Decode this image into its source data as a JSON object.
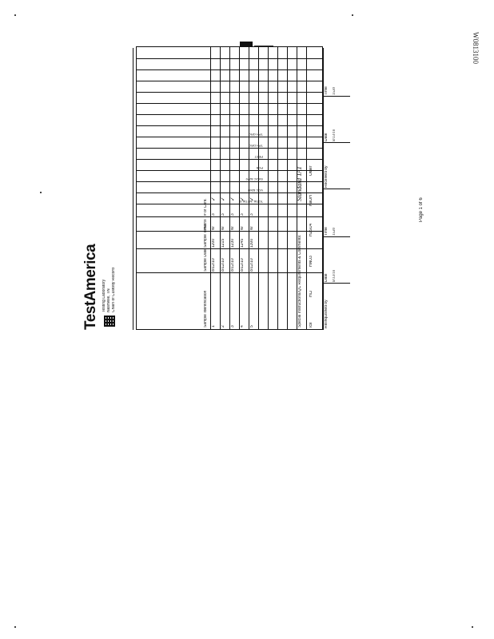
{
  "page": {
    "side_id": "W0813100",
    "page_label": "Page 1 of 6"
  },
  "form": {
    "brand": "TestAmerica",
    "header_lines": [
      "Testing Laboratory",
      "Nashville, TN",
      "Chain of Custody Record"
    ],
    "columns": [
      "Sample Identification",
      "Sample Date",
      "Sample Time",
      "Matrix",
      "# of Cont."
    ],
    "samples": [
      {
        "id": "1",
        "date": "8/12/10",
        "time": "1200",
        "matrix": "W",
        "count": "3"
      },
      {
        "id": "2",
        "date": "8/12/10",
        "time": "1215",
        "matrix": "W",
        "count": "3"
      },
      {
        "id": "3",
        "date": "8/12/10",
        "time": "1230",
        "matrix": "W",
        "count": "3"
      },
      {
        "id": "4",
        "date": "8/12/10",
        "time": "1245",
        "matrix": "W",
        "count": "3"
      },
      {
        "id": "5",
        "date": "8/12/10",
        "time": "1300",
        "matrix": "W",
        "count": "3"
      }
    ],
    "analyses": [
      "TOTAL METALS",
      "VOC 8260",
      "SVOC 8270",
      "PCB",
      "PEST",
      "TPH DRO",
      "TPH GRO"
    ],
    "checks": [
      "✓",
      "✓",
      "✓",
      "✓",
      "✓"
    ],
    "footer_labels": [
      "Relinquished by",
      "Date",
      "Time",
      "Received by",
      "Date",
      "Time"
    ],
    "footer_hand": [
      "8/13/10",
      "1530",
      "8/13/10",
      "1530"
    ],
    "notes": "Special Instructions/QC Requirements & Comments:",
    "comments_handwritten": "Standard TAT",
    "preservation": [
      "Ice",
      "HCl",
      "HNO3",
      "H2SO4",
      "NaOH",
      "Other"
    ]
  }
}
